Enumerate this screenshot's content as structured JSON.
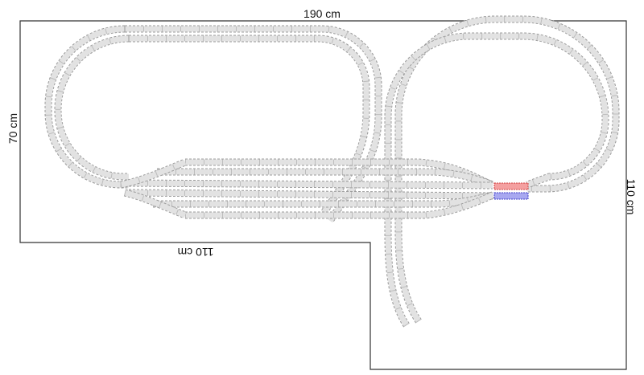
{
  "dimensions": {
    "top": "190 cm",
    "left": "70 cm",
    "bottom_inner": "110 cm",
    "right": "110 cm"
  },
  "colors": {
    "board_outline": "#333333",
    "track_fill": "#e2e2e2",
    "track_edge": "#9c9c9c",
    "sleeper": "#bdbdbd",
    "marker_red": "#f4a0a0",
    "marker_red_edge": "#d04040",
    "marker_blue": "#a8a8f0",
    "marker_blue_edge": "#4040c8"
  }
}
